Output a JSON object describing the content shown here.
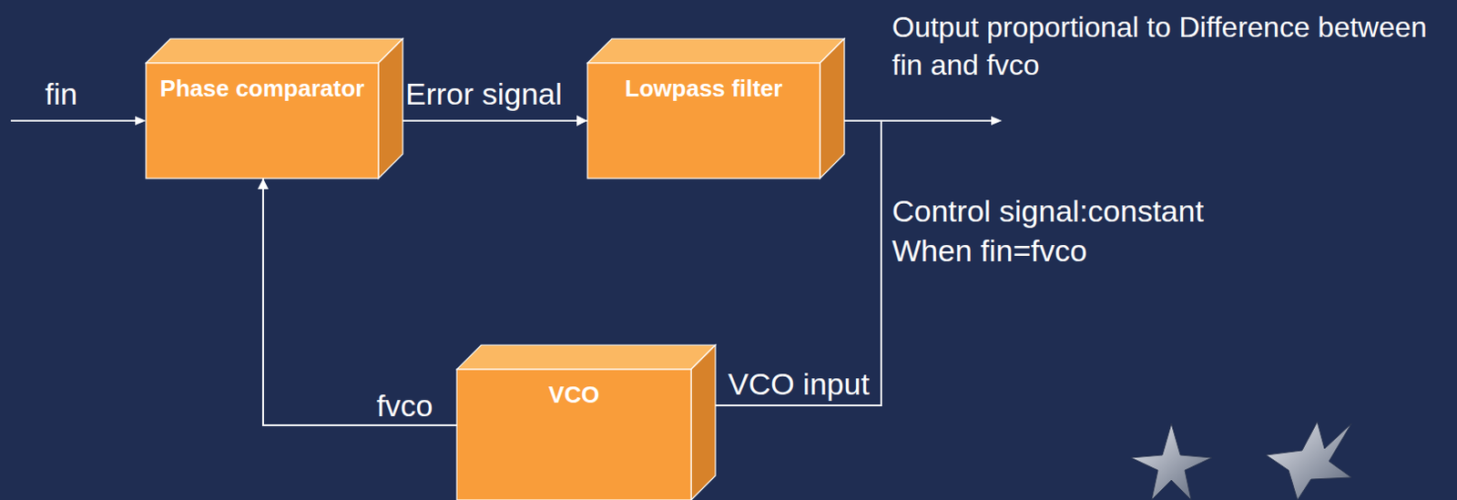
{
  "diagram": {
    "nodes": [
      {
        "text": [
          "Phase comparator"
        ]
      },
      {
        "text": [
          "Lowpass filter"
        ]
      },
      {
        "text": [
          "VCO"
        ]
      }
    ],
    "edges": [
      {
        "from": 0,
        "to": 1,
        "arrow": "to",
        "label": "Error signal"
      },
      {
        "from": 1,
        "to": 2,
        "arrow": "to",
        "label": "VCO input"
      },
      {
        "from": 2,
        "to": 0,
        "arrow": "to",
        "label": "fvco"
      }
    ],
    "labels": [
      "fin",
      "Output proportional to Difference between fin and fvco",
      "Control signal:constant When fin=fvco"
    ]
  }
}
